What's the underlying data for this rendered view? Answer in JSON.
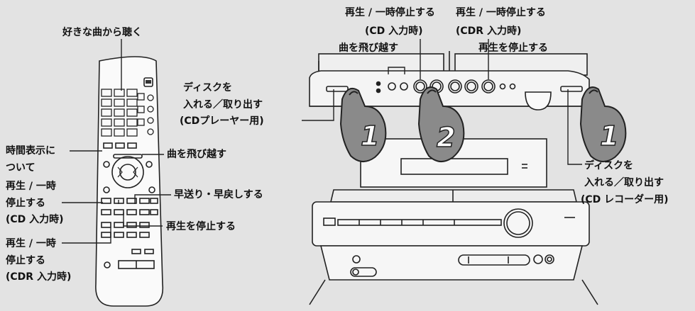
{
  "labels": {
    "favorite": "好きな曲から聴く",
    "disc_cd_1": "ディスクを",
    "disc_cd_2": "入れる／取り出す",
    "disc_cd_3": "(CDプレーヤー用)",
    "time_1": "時間表示に",
    "time_2": "ついて",
    "skip_left": "曲を飛び越す",
    "play_cd_1": "再生 / 一時",
    "play_cd_2": "停止する",
    "play_cd_3": "(CD 入力時)",
    "ffrew": "早送り・早戻しする",
    "stop_left": "再生を停止する",
    "play_cdr_1": "再生 / 一時",
    "play_cdr_2": "停止する",
    "play_cdr_3": "(CDR 入力時)",
    "top_play_cd_1": "再生 / 一時停止する",
    "top_play_cd_2": "(CD 入力時)",
    "top_skip": "曲を飛び越す",
    "top_play_cdr_1": "再生 / 一時停止する",
    "top_play_cdr_2": "(CDR 入力時)",
    "top_stop": "再生を停止する",
    "disc_rec_1": "ディスクを",
    "disc_rec_2": "入れる／取り出す",
    "disc_rec_3": "(CD レコーダー用)"
  },
  "hands": [
    "1",
    "2",
    "1"
  ],
  "colors": {
    "background": "#e3e3e3",
    "hand_fill": "#8a8a8a",
    "line": "#222222"
  }
}
